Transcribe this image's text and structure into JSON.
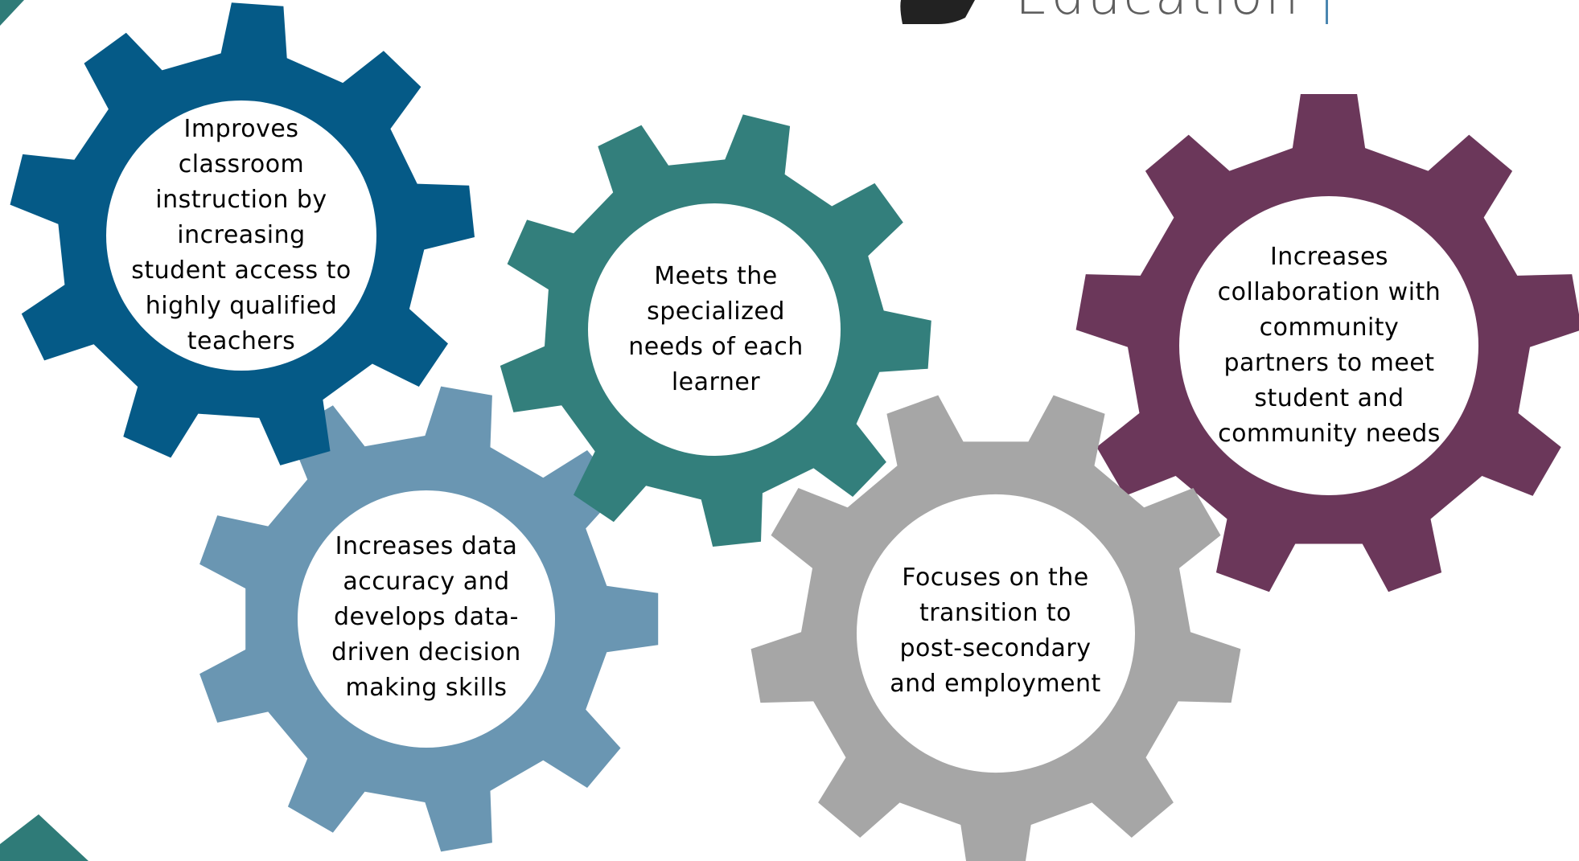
{
  "header": {
    "logo_text": "Education"
  },
  "colors": {
    "dark_blue": "#055a87",
    "teal": "#337f7c",
    "plum": "#6b375a",
    "light_blue": "#6a96b2",
    "gray": "#a6a6a6",
    "corner_accent": "#2f7b78",
    "logo_mark": "#222222",
    "logo_divider": "#4a86b0",
    "text": "#000000"
  },
  "gears": [
    {
      "id": "instruction",
      "color": "#055a87",
      "text": "Improves\nclassroom\ninstruction by\nincreasing\nstudent access to\nhighly qualified\nteachers"
    },
    {
      "id": "specialized",
      "color": "#337f7c",
      "text": "Meets the\nspecialized\nneeds of each\nlearner"
    },
    {
      "id": "collaboration",
      "color": "#6b375a",
      "text": "Increases\ncollaboration with\ncommunity\npartners to meet\nstudent and\ncommunity needs"
    },
    {
      "id": "data",
      "color": "#6a96b2",
      "text": "Increases data\naccuracy and\ndevelops data-\ndriven decision\nmaking skills"
    },
    {
      "id": "transition",
      "color": "#a6a6a6",
      "text": "Focuses on the\ntransition to\npost-secondary\nand employment"
    }
  ]
}
